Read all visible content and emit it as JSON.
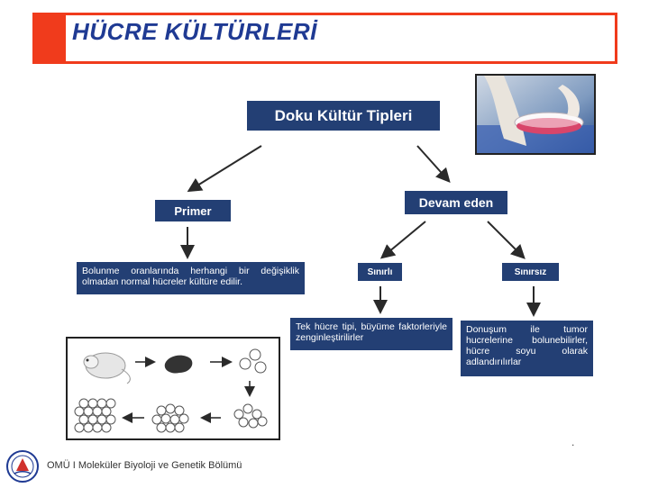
{
  "slide": {
    "title": "HÜCRE KÜLTÜRLERİ",
    "accent_color": "#f03b1c",
    "box_color": "#233f74"
  },
  "diagram": {
    "root": "Doku Kültür Tipleri",
    "primer": {
      "label": "Primer",
      "description": "Bolunme oranlarında herhangi bir değişiklik olmadan normal hücreler kültüre edilir."
    },
    "devam_eden": {
      "label": "Devam eden",
      "sinirli": {
        "label": "Sınırlı",
        "description": "Tek hücre tipi, büyüme faktorleriyle zenginleştirilirler"
      },
      "sinirsiz": {
        "label": "Sınırsız",
        "description": "Donuşum ile tumor hucrelerine bolunebilirler, hücre soyu olarak adlandırılırlar"
      }
    }
  },
  "footer": {
    "text": "OMÜ I  Moleküler Biyoloji ve Genetik Bölümü",
    "mark": "."
  },
  "icons": {
    "logo": "university-logo-icon",
    "photo": "petri-dish-photo",
    "illustration": "cell-culture-illustration"
  }
}
